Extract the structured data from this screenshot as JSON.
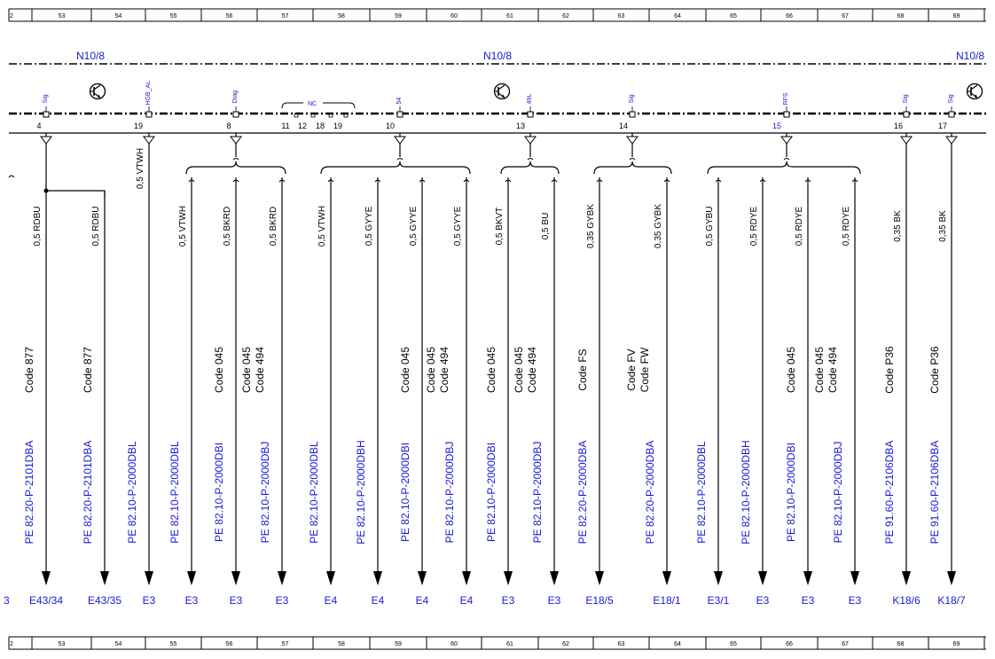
{
  "ruler": {
    "labels": [
      "2",
      "53",
      "54",
      "55",
      "56",
      "57",
      "58",
      "59",
      "60",
      "61",
      "62",
      "63",
      "64",
      "65",
      "66",
      "67",
      "68",
      "69"
    ]
  },
  "module_label": "N10/8",
  "nc_label": "NC",
  "nc_pins": [
    "11",
    "12",
    "18",
    "19"
  ],
  "colors": {
    "black": "#000000",
    "blue": "#1a1ad6"
  },
  "icons": [
    "transistor-icon"
  ],
  "pins": [
    {
      "num": "4",
      "signal": "Sig"
    },
    {
      "num": "19",
      "signal": "HGB_AL"
    },
    {
      "num": "8",
      "signal": "Diag"
    },
    {
      "num": "10",
      "signal": "54"
    },
    {
      "num": "13",
      "signal": "49L"
    },
    {
      "num": "14",
      "signal": "Sig"
    },
    {
      "num": "15",
      "signal": "RFS"
    },
    {
      "num": "16",
      "signal": "Sig"
    },
    {
      "num": "17",
      "signal": "Sig"
    }
  ],
  "wires": [
    {
      "spec": "0,5 RDBU",
      "codes": [
        "Code 877"
      ],
      "part": "PE 82.20-P-2101DBA",
      "dest": "E43/34"
    },
    {
      "spec": "0,5 RDBU",
      "codes": [
        "Code 877"
      ],
      "part": "PE 82.20-P-2101DBA",
      "dest": "E43/35"
    },
    {
      "spec": "0,5 VTWH",
      "codes": [],
      "part": "PE 82.10-P-2000DBL",
      "dest": "E3"
    },
    {
      "spec": "0,5 VTWH",
      "codes": [],
      "part": "PE 82.10-P-2000DBL",
      "dest": "E3"
    },
    {
      "spec": "0,5 BKRD",
      "codes": [
        "Code 045"
      ],
      "part": "PE 82.10-P-2000DBI",
      "dest": "E3"
    },
    {
      "spec": "0,5 BKRD",
      "codes": [
        "Code 045",
        "Code 494"
      ],
      "part": "PE 82.10-P-2000DBJ",
      "dest": "E3"
    },
    {
      "spec": "0,5 VTWH",
      "codes": [],
      "part": "PE 82.10-P-2000DBL",
      "dest": "E4"
    },
    {
      "spec": "0,5 GYYE",
      "codes": [],
      "part": "PE 82.10-P-2000DBH",
      "dest": "E4"
    },
    {
      "spec": "0,5 GYYE",
      "codes": [
        "Code 045"
      ],
      "part": "PE 82.10-P-2000DBI",
      "dest": "E4"
    },
    {
      "spec": "0,5 GYYE",
      "codes": [
        "Code 045",
        "Code 494"
      ],
      "part": "PE 82.10-P-2000DBJ",
      "dest": "E4"
    },
    {
      "spec": "0,5 BKVT",
      "codes": [
        "Code 045"
      ],
      "part": "PE 82.10-P-2000DBI",
      "dest": "E3"
    },
    {
      "spec": "0,5 BU",
      "codes": [
        "Code 045",
        "Code 494"
      ],
      "part": "PE 82.10-P-2000DBJ",
      "dest": "E3"
    },
    {
      "spec": "0,35 GYBK",
      "codes": [
        "Code FS"
      ],
      "part": "PE 82.20-P-2000DBA",
      "dest": "E18/5"
    },
    {
      "spec": "0,35 GYBK",
      "codes": [
        "Code FV",
        "Code FW"
      ],
      "part": "PE 82.20-P-2000DBA",
      "dest": "E18/1"
    },
    {
      "spec": "0,5 GYBU",
      "codes": [],
      "part": "PE 82.10-P-2000DBL",
      "dest": "E3/1"
    },
    {
      "spec": "0,5 RDYE",
      "codes": [],
      "part": "PE 82.10-P-2000DBH",
      "dest": "E3"
    },
    {
      "spec": "0,5 RDYE",
      "codes": [
        "Code 045"
      ],
      "part": "PE 82.10-P-2000DBI",
      "dest": "E3"
    },
    {
      "spec": "0,5 RDYE",
      "codes": [
        "Code 045",
        "Code 494"
      ],
      "part": "PE 82.10-P-2000DBJ",
      "dest": "E3"
    },
    {
      "spec": "0,35 BK",
      "codes": [
        "Code P36"
      ],
      "part": "PE 91.60-P-2106DBA",
      "dest": "K18/6"
    },
    {
      "spec": "0,35 BK",
      "codes": [
        "Code P36"
      ],
      "part": "PE 91.60-P-2106DBA",
      "dest": "K18/7"
    }
  ],
  "left_edge_dest": "3"
}
